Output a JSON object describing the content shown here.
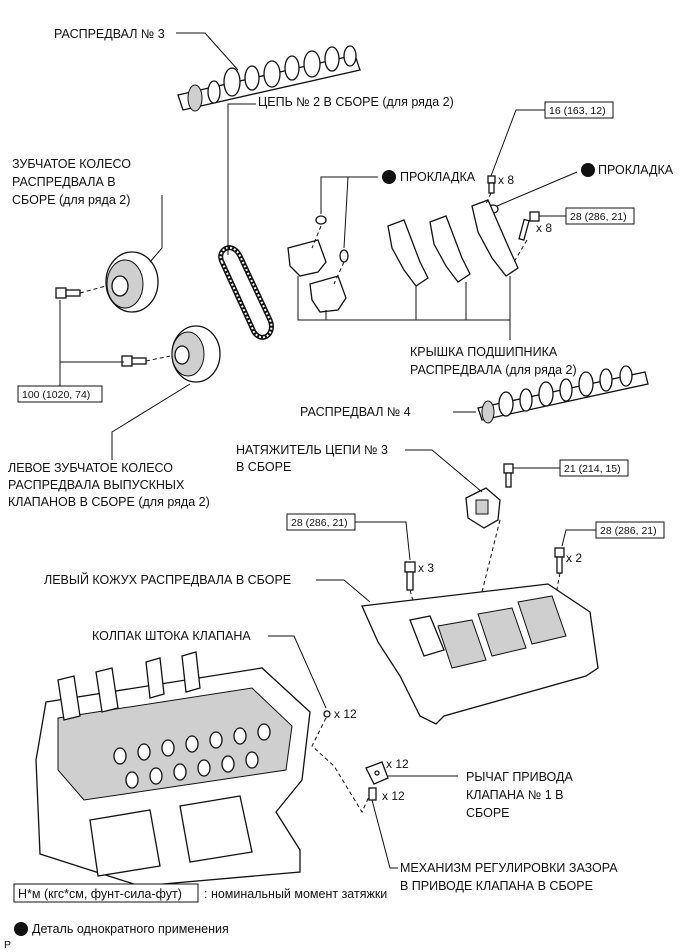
{
  "labels": {
    "camshaft3": "РАСПРЕДВАЛ № 3",
    "chain2_line1": "ЦЕПЬ № 2 В СБОРЕ (для ряда 2)",
    "sprocket_line1": "ЗУБЧАТОЕ КОЛЕСО",
    "sprocket_line2": "РАСПРЕДВАЛА В",
    "sprocket_line3": "СБОРЕ (для ряда 2)",
    "gasket": "ПРОКЛАДКА",
    "bearing_cap_line1": "КРЫШКА ПОДШИПНИКА",
    "bearing_cap_line2": "РАСПРЕДВАЛА (для ряда 2)",
    "camshaft4": "РАСПРЕДВАЛ № 4",
    "tensioner_line1": "НАТЯЖИТЕЛЬ ЦЕПИ № 3",
    "tensioner_line2": "В СБОРЕ",
    "exhaust_line1": "ЛЕВОЕ ЗУБЧАТОЕ КОЛЕСО",
    "exhaust_line2": "РАСПРЕДВАЛА ВЫПУСКНЫХ",
    "exhaust_line3": "КЛАПАНОВ В СБОРЕ (для ряда 2)",
    "housing": "ЛЕВЫЙ КОЖУХ РАСПРЕДВАЛА В СБОРЕ",
    "valve_cap": "КОЛПАК ШТОКА КЛАПАНА",
    "rocker_line1": "РЫЧАГ ПРИВОДА",
    "rocker_line2": "КЛАПАНА № 1 В",
    "rocker_line3": "СБОРЕ",
    "adjuster_line1": "МЕХАНИЗМ РЕГУЛИРОВКИ ЗАЗОРА",
    "adjuster_line2": "В ПРИВОДЕ КЛАПАНА В СБОРЕ"
  },
  "torques": {
    "t1": "16 (163, 12)",
    "t2": "28 (286, 21)",
    "t3": "100 (1020, 74)",
    "t4": "21 (214, 15)",
    "t5": "28 (286, 21)",
    "t6": "28 (286, 21)"
  },
  "counts": {
    "c_x8a": "x 8",
    "c_x8b": "x 8",
    "c_x3": "x 3",
    "c_x2": "x 2",
    "c_x12a": "x 12",
    "c_x12b": "x 12",
    "c_x12c": "x 12"
  },
  "legend": {
    "unit_box": "Н*м (кгс*см, фунт-сила-фут)",
    "unit_desc": ": номинальный момент затяжки",
    "nonreusable": "Деталь однократного применения",
    "corner_mark": "P",
    "bullet_icon": "filled-circle"
  },
  "colors": {
    "ink": "#111111",
    "shade": "#cfcfcf"
  }
}
